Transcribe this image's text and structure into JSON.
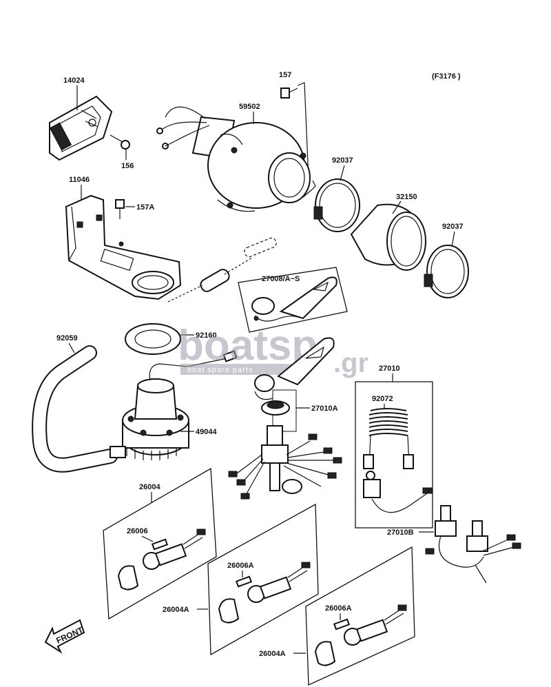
{
  "figure_code": "(F3176 )",
  "watermark": {
    "brand": "boatsp",
    "suffix": ".gr",
    "tagline": "boat spare parts"
  },
  "front_label": "FRONT",
  "parts": {
    "p14024": "14024",
    "p156": "156",
    "p157": "157",
    "p59502": "59502",
    "p92037a": "92037",
    "p32150": "32150",
    "p92037b": "92037",
    "p11046": "11046",
    "p157A": "157A",
    "p27008": "27008/A~S",
    "p92059": "92059",
    "p92160": "92160",
    "p49044": "49044",
    "p27010": "27010",
    "p27010A": "27010A",
    "p92072": "92072",
    "p26004": "26004",
    "p26006": "26006",
    "p27010B": "27010B",
    "p26006A_1": "26006A",
    "p26004A_1": "26004A",
    "p26006A_2": "26006A",
    "p26004A_2": "26004A"
  }
}
